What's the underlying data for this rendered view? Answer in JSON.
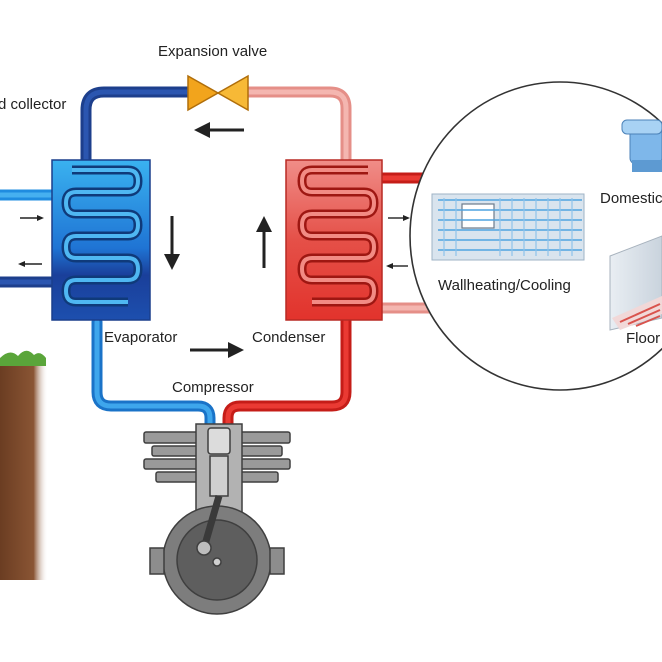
{
  "labels": {
    "expansion_valve": "Expansion valve",
    "ground_collector": "d collector",
    "evaporator": "Evaporator",
    "condenser": "Condenser",
    "compressor": "Compressor",
    "wall_heating": "Wallheating/Cooling",
    "domestic": "Domestic",
    "floor": "Floor"
  },
  "colors": {
    "cold_dark": "#1d3f8c",
    "cold_mid": "#1f7fd6",
    "cold_light": "#3aa4ea",
    "hot_dark": "#d92420",
    "hot_light": "#ee9f98",
    "valve": "#f2a41c",
    "machine": "#8e8e8e",
    "soil": "#7b4a2c"
  }
}
